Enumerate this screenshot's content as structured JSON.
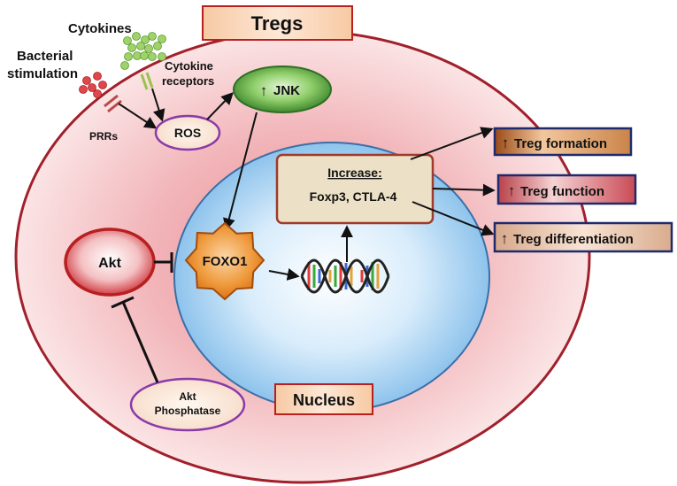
{
  "title": "Tregs",
  "stimuli": {
    "cytokines": "Cytokines",
    "bacterial_line1": "Bacterial",
    "bacterial_line2": "stimulation",
    "receptor_line1": "Cytokine",
    "receptor_line2": "receptors",
    "prrs": "PRRs"
  },
  "nodes": {
    "ros": "ROS",
    "jnk": "JNK",
    "akt": "Akt",
    "foxo1": "FOXO1",
    "phosphatase_line1": "Akt",
    "phosphatase_line2": "Phosphatase",
    "nucleus": "Nucleus"
  },
  "increase_box": {
    "heading": "Increase:",
    "genes": "Foxp3, CTLA-4"
  },
  "outcomes": [
    {
      "label": "Treg formation"
    },
    {
      "label": "Treg function"
    },
    {
      "label": "Treg differentiation"
    }
  ],
  "up_arrow_symbol": "↑",
  "colors": {
    "cell_fill": "#f6c9cc",
    "cell_border": "#a0202c",
    "nucleus_fill": "#a9d2f2",
    "jnk_green": "#3d8b2c",
    "akt_red": "#c8232c",
    "foxo1_orange": "#e07a1c",
    "ros_border": "#8a3aa8",
    "box_fill": "#eee0c8",
    "box_border": "#a03a2a"
  }
}
